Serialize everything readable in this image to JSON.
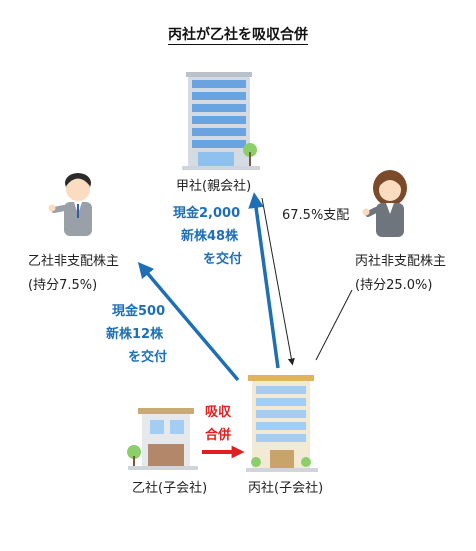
{
  "title": "丙社が乙社を吸収合併",
  "parent_company": "甲社(親会社)",
  "ownership_label": "67.5%支配",
  "otsu_minority": {
    "name": "乙社非支配株主",
    "stake": "(持分7.5%)"
  },
  "hei_minority": {
    "name": "丙社非支配株主",
    "stake": "(持分25.0%)"
  },
  "consideration_koh": {
    "line1": "現金2,000",
    "line2": "新株48株",
    "line3": "を交付"
  },
  "consideration_otsu": {
    "line1": "現金500",
    "line2": "新株12株",
    "line3": "を交付"
  },
  "merger": {
    "line1": "吸収",
    "line2": "合併"
  },
  "otsu_company": "乙社(子会社)",
  "hei_company": "丙社(子会社)",
  "colors": {
    "accent_blue": "#1f6fb5",
    "merger_red": "#e02020"
  }
}
